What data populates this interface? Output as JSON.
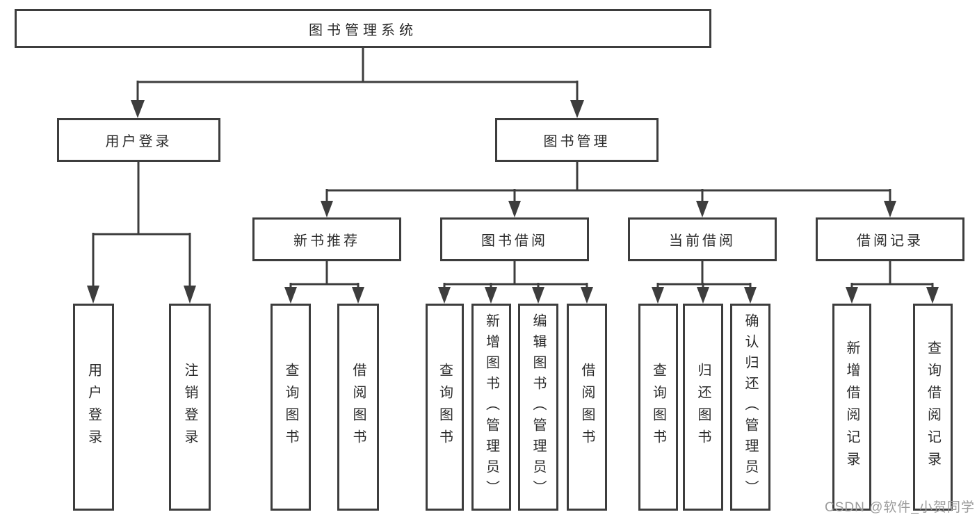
{
  "diagram": {
    "root": {
      "label": "图书管理系统"
    },
    "branches": [
      {
        "label": "用户登录",
        "children": [
          "用户登录",
          "注销登录"
        ]
      },
      {
        "label": "图书管理",
        "sections": [
          {
            "label": "新书推荐",
            "children": [
              "查询图书",
              "借阅图书"
            ]
          },
          {
            "label": "图书借阅",
            "children": [
              "查询图书",
              "新增图书（管理员）",
              "编辑图书（管理员）",
              "借阅图书"
            ]
          },
          {
            "label": "当前借阅",
            "children": [
              "查询图书",
              "归还图书",
              "确认归还（管理员）"
            ]
          },
          {
            "label": "借阅记录",
            "children": [
              "新增借阅记录",
              "查询借阅记录"
            ]
          }
        ]
      }
    ]
  },
  "watermark": {
    "text": "CSDN @软件_小贺同学"
  },
  "colors": {
    "line": "#3d3d3d",
    "box_border": "#3d3d3d",
    "text": "#2b2b2b",
    "watermark": "#9b9b9b",
    "background": "#ffffff"
  }
}
